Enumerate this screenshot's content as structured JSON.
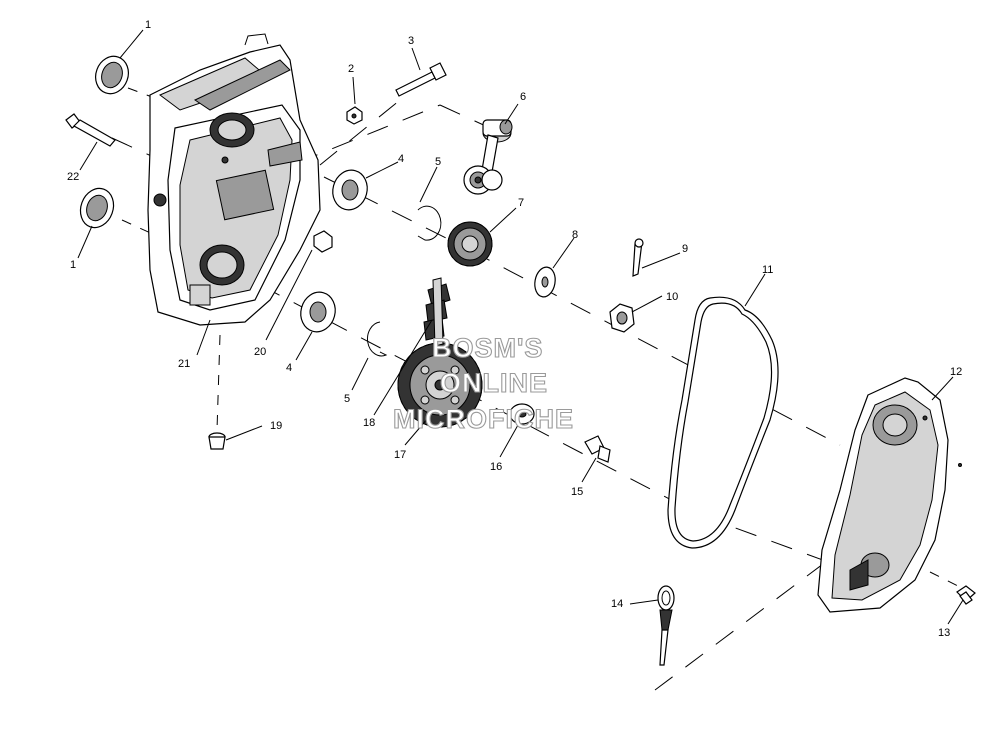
{
  "watermark": {
    "line1": "BOSM'S",
    "line2": "ONLINE",
    "line3": "MICROFICHE"
  },
  "callouts": [
    "1",
    "2",
    "3",
    "4",
    "5",
    "6",
    "7",
    "8",
    "9",
    "10",
    "11",
    "12",
    "13",
    "14",
    "15",
    "16",
    "17",
    "18",
    "19",
    "20",
    "21",
    "22",
    "1",
    "4",
    "5"
  ]
}
